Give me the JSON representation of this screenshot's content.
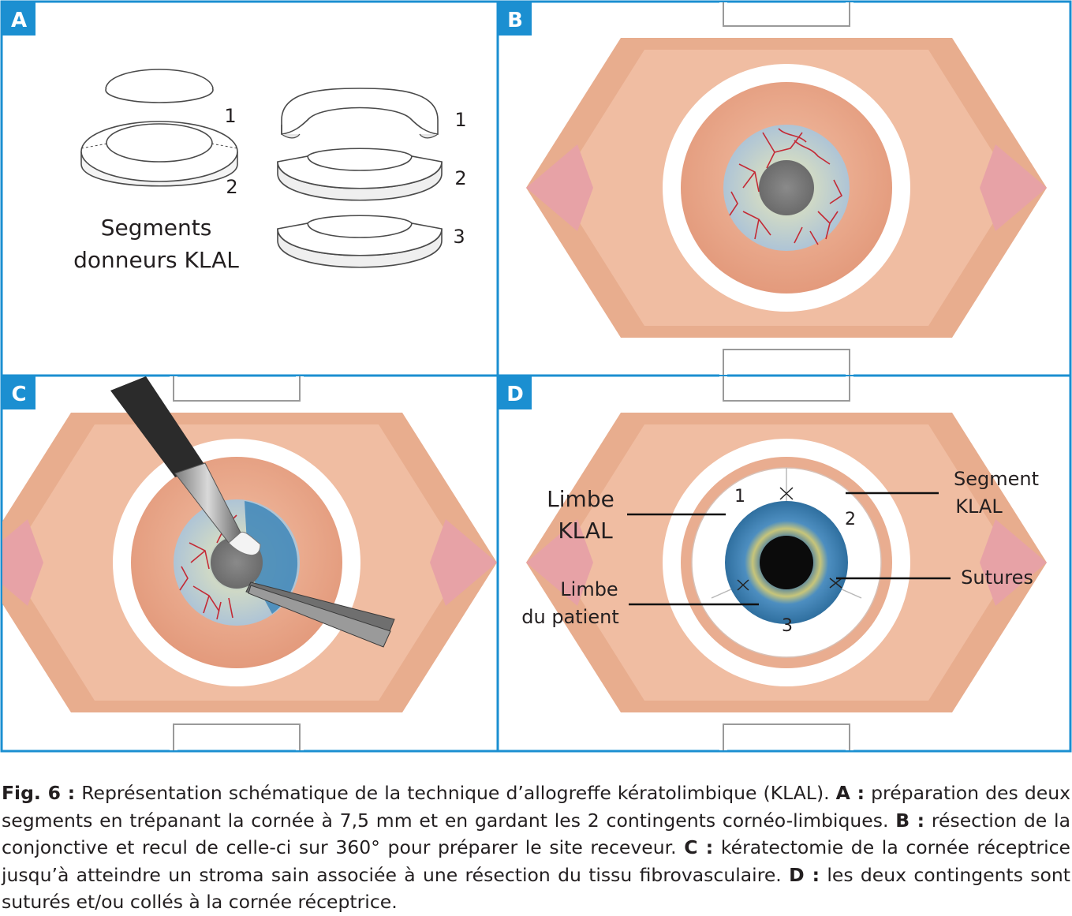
{
  "colors": {
    "frame_blue": "#1b8fd1",
    "skin": "#e5a888",
    "cornea": "#ecae92",
    "sclera": "#ffffff",
    "iris_grey_blue": "#b7cad8",
    "iris_blue": "#3e86b8",
    "vessel_red": "#c42a35",
    "pupil_grey": "#7a7a7a",
    "pupil_black": "#0b0b0b"
  },
  "panels": {
    "a": {
      "badge": "A",
      "label_1a": "1",
      "label_2a": "2",
      "caption_line1": "Segments",
      "caption_line2": "donneurs KLAL",
      "label_1b": "1",
      "label_2b": "2",
      "label_3b": "3"
    },
    "b": {
      "badge": "B"
    },
    "c": {
      "badge": "C"
    },
    "d": {
      "badge": "D",
      "limbe_klal_1": "Limbe",
      "limbe_klal_2": "KLAL",
      "limbe_patient_1": "Limbe",
      "limbe_patient_2": "du patient",
      "segment_klal_1": "Segment",
      "segment_klal_2": "KLAL",
      "sutures": "Sutures",
      "seg_num_1": "1",
      "seg_num_2": "2",
      "seg_num_3": "3"
    }
  },
  "caption": {
    "fig_label": "Fig. 6 :",
    "intro": " Représentation schématique de la technique d’allogreffe kératolimbique (KLAL). ",
    "a_label": "A :",
    "a_text": " préparation des deux segments en trépanant la cornée à 7,5 mm et en gardant les 2 contingents cornéo-limbiques. ",
    "b_label": "B :",
    "b_text": " résection de la conjonctive et recul de celle-ci sur 360° pour préparer le site receveur. ",
    "c_label": "C :",
    "c_text": " kératectomie de la cornée réceptrice jusqu’à atteindre un stroma sain associée à une résection du tissu fibrovasculaire. ",
    "d_label": "D :",
    "d_text": " les deux contingents sont suturés et/ou collés à la cornée réceptrice."
  }
}
